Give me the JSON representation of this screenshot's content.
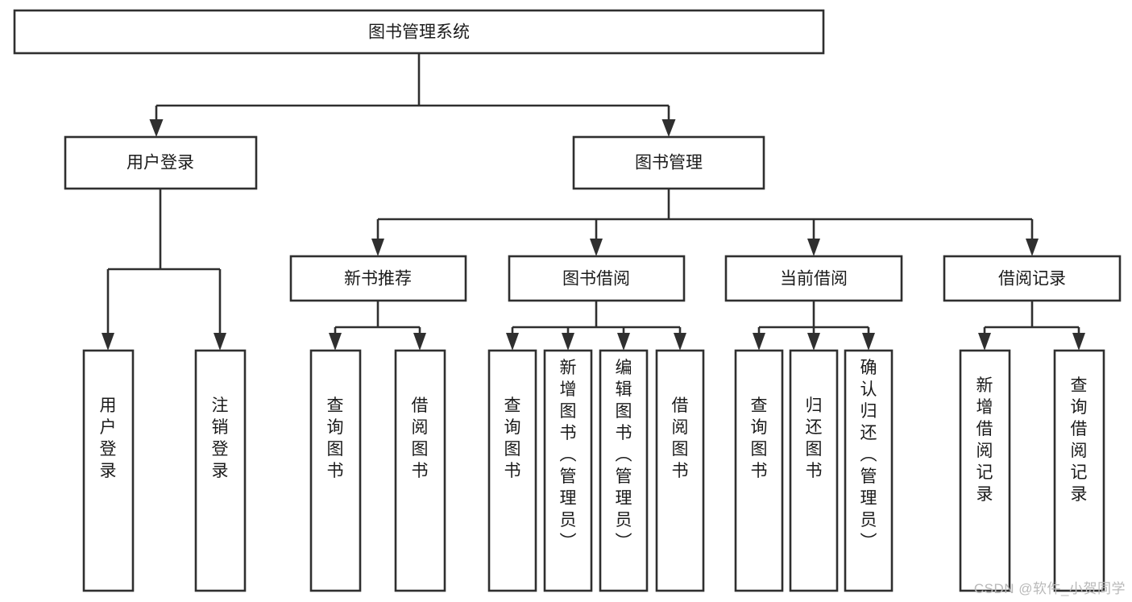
{
  "diagram": {
    "title": "图书管理系统",
    "type": "tree",
    "colors": {
      "box_stroke": "#2f2f2f",
      "box_fill": "#ffffff",
      "connector": "#2f2f2f",
      "text": "#1b1b1b",
      "watermark": "#b9b9b9",
      "background": "#ffffff"
    },
    "root": {
      "label": "图书管理系统"
    },
    "level2": [
      {
        "label": "用户登录"
      },
      {
        "label": "图书管理"
      }
    ],
    "level3": [
      {
        "label": "新书推荐"
      },
      {
        "label": "图书借阅"
      },
      {
        "label": "当前借阅"
      },
      {
        "label": "借阅记录"
      }
    ],
    "leaves": {
      "user_login": [
        {
          "label": "用户登录"
        },
        {
          "label": "注销登录"
        }
      ],
      "new_book_recommend": [
        {
          "label": "查询图书"
        },
        {
          "label": "借阅图书"
        }
      ],
      "book_borrow": [
        {
          "label": "查询图书"
        },
        {
          "label": "新增图书（管理员）"
        },
        {
          "label": "编辑图书（管理员）"
        },
        {
          "label": "借阅图书"
        }
      ],
      "current_borrow": [
        {
          "label": "查询图书"
        },
        {
          "label": "归还图书"
        },
        {
          "label": "确认归还（管理员）"
        }
      ],
      "borrow_record": [
        {
          "label": "新增借阅记录"
        },
        {
          "label": "查询借阅记录"
        }
      ]
    }
  },
  "watermark": {
    "text": "CSDN @软件_小贺同学"
  }
}
